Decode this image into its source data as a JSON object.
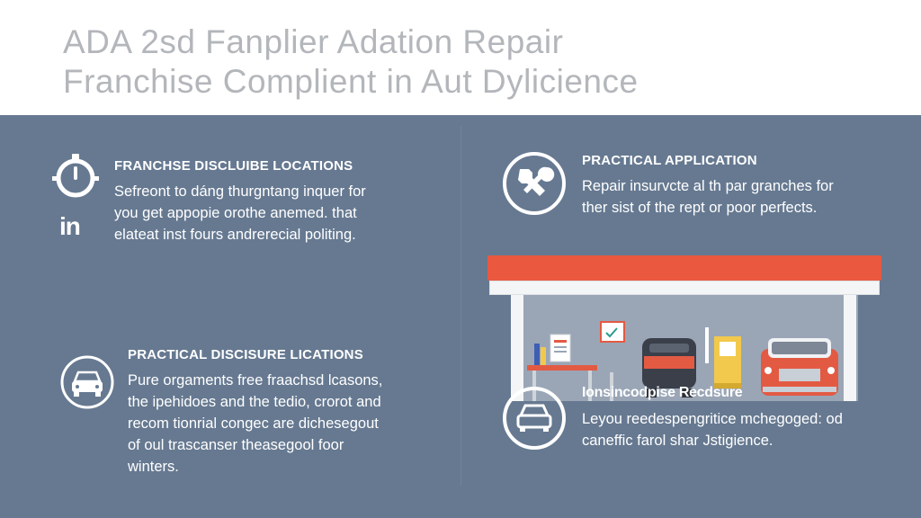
{
  "header": {
    "title_line1": "ADA 2sd Fanplier Adation Repair",
    "title_line2": "Franchise Complient in Aut Dylicience"
  },
  "sections": [
    {
      "title": "FRANCHSE DISCLUIBE LOCATIONS",
      "body": "Sefreont to dáng thurgntang inquer for\nyou get appopie orothe anemed. that\nelateat inst fours andrerecial politing.",
      "icon": "stopwatch-icon",
      "badge_text": "in"
    },
    {
      "title": "PRACTICAL APPLICATION",
      "body": "Repair insurvcte al th par granches for\nther sist of the rept or poor perfects.",
      "icon": "wrench-tool-icon"
    },
    {
      "title": "PRACTICAL DISCISURE LICATIONS",
      "body": "Pure orgaments free fraachsd lcasons,\nthe ipehidoes and the tedio, crorot and\nrecom tionrial congec are dichesegout\nof oul trascanser theasegool foor\nwinters.",
      "icon": "car-front-icon"
    },
    {
      "title": "Ionsincodpise Recdsure",
      "body": "Leyou reedespengritice mchegoged: od\ncaneffic farol shar Jstigience.",
      "icon": "car-front-icon"
    }
  ],
  "colors": {
    "background": "#667991",
    "header_bg": "#ffffff",
    "title_text": "#b3b6ba",
    "roof": "#e9583f",
    "text": "#ffffff"
  }
}
